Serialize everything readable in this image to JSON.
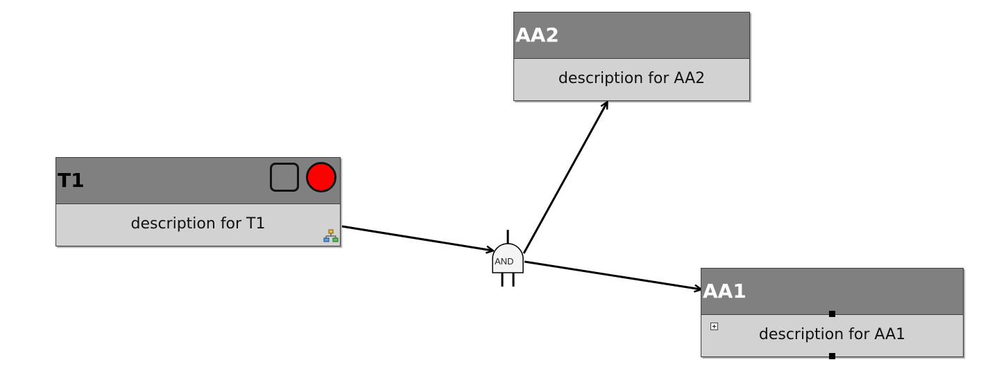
{
  "colors": {
    "header": "#808080",
    "body": "#d2d2d2",
    "status_light": "#ff0000",
    "edge": "#000000"
  },
  "nodes": {
    "t1": {
      "title": "T1",
      "description": "description for T1",
      "title_color": "#000000",
      "icon": "hierarchy-icon"
    },
    "aa2": {
      "title": "AA2",
      "description": "description for AA2",
      "title_color": "#ffffff"
    },
    "aa1": {
      "title": "AA1",
      "description": "description for AA1",
      "title_color": "#ffffff",
      "icon": "expand-icon"
    }
  },
  "gate": {
    "label": "AND"
  }
}
